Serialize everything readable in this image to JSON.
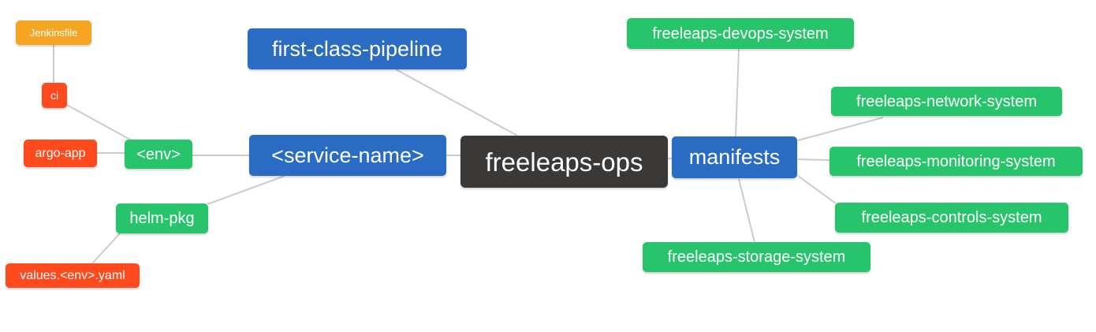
{
  "diagram": {
    "title": "freeleaps-ops mindmap",
    "colors": {
      "root": "#3b3938",
      "branch": "#2a6cc4",
      "leaf_green": "#27c46b",
      "leaf_red": "#ff4a1d",
      "leaf_orange": "#f6a523",
      "link": "#cccccc",
      "text": "#ffffff"
    },
    "nodes": {
      "freeleaps_ops": {
        "label": "freeleaps-ops"
      },
      "first_class_pipeline": {
        "label": "first-class-pipeline"
      },
      "service_name": {
        "label": "<service-name>"
      },
      "env": {
        "label": "<env>"
      },
      "ci": {
        "label": "ci"
      },
      "jenkinsfile": {
        "label": "Jenkinsfile"
      },
      "argo_app": {
        "label": "argo-app"
      },
      "helm_pkg": {
        "label": "helm-pkg"
      },
      "values_env_yaml": {
        "label": "values.<env>.yaml"
      },
      "manifests": {
        "label": "manifests"
      },
      "devops_system": {
        "label": "freeleaps-devops-system"
      },
      "network_system": {
        "label": "freeleaps-network-system"
      },
      "monitoring_system": {
        "label": "freeleaps-monitoring-system"
      },
      "controls_system": {
        "label": "freeleaps-controls-system"
      },
      "storage_system": {
        "label": "freeleaps-storage-system"
      }
    },
    "edges": [
      {
        "from": "jenkinsfile",
        "to": "ci"
      },
      {
        "from": "ci",
        "to": "env"
      },
      {
        "from": "argo_app",
        "to": "env"
      },
      {
        "from": "env",
        "to": "service_name"
      },
      {
        "from": "helm_pkg",
        "to": "service_name"
      },
      {
        "from": "values_env_yaml",
        "to": "helm_pkg"
      },
      {
        "from": "first_class_pipeline",
        "to": "freeleaps_ops"
      },
      {
        "from": "service_name",
        "to": "freeleaps_ops"
      },
      {
        "from": "freeleaps_ops",
        "to": "manifests"
      },
      {
        "from": "manifests",
        "to": "devops_system"
      },
      {
        "from": "manifests",
        "to": "network_system"
      },
      {
        "from": "manifests",
        "to": "monitoring_system"
      },
      {
        "from": "manifests",
        "to": "controls_system"
      },
      {
        "from": "manifests",
        "to": "storage_system"
      }
    ]
  }
}
